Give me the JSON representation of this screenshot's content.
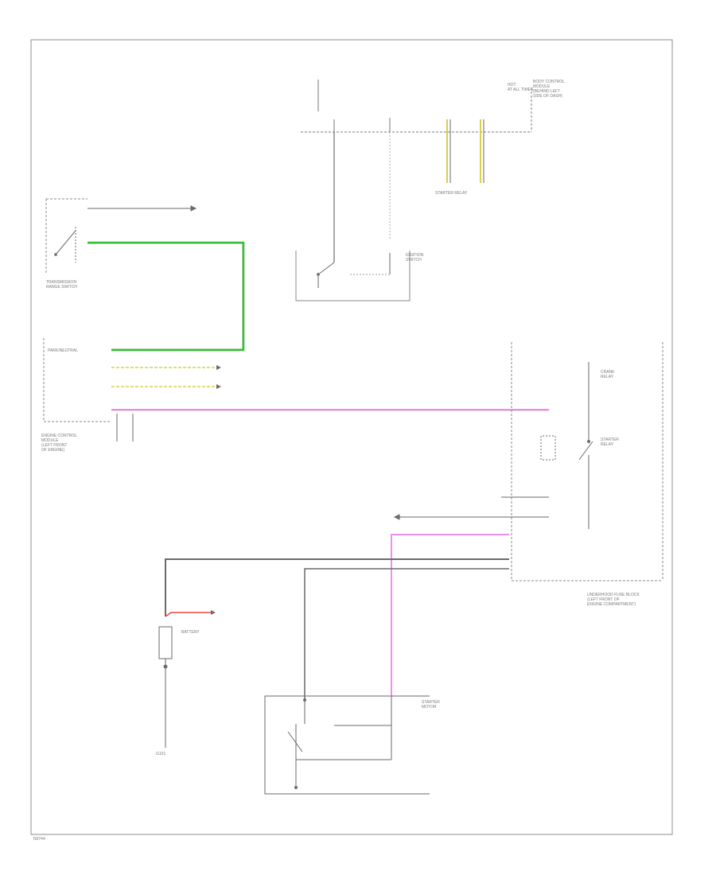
{
  "colors": {
    "wire_green": "#35c435",
    "wire_pink": "#f18cf1",
    "wire_red": "#ee4444",
    "wire_yellow": "#d8cf4a",
    "wire_gray": "#5a5a5a",
    "frame": "#888888",
    "text": "#7a7a7a"
  },
  "labels": {
    "hot_at_all_times": "HOT\nAT ALL TIMES",
    "starter_relay_coil": "STARTER RELAY",
    "body_control_module": "BODY CONTROL\nMODULE\n(BEHIND LEFT\nSIDE OF DASH)",
    "underhood_fuse_block": "UNDERHOOD FUSE BLOCK\n(LEFT FRONT OF\nENGINE COMPARTMENT)",
    "starter_relay_fuse": "STARTER\nRELAY",
    "starter_motor": "STARTER\nMOTOR",
    "battery": "BATTERY",
    "ground_point": "G101",
    "engine_control_module": "ENGINE CONTROL\nMODULE\n(LEFT FRONT\nOF ENGINE)",
    "transmission_range_switch": "TRANSMISSION\nRANGE SWITCH",
    "ignition_switch": "IGNITION\nSWITCH",
    "park_neutral": "PARK/NEUTRAL",
    "crank_relay": "CRANK\nRELAY",
    "footer_code": "N0744"
  }
}
